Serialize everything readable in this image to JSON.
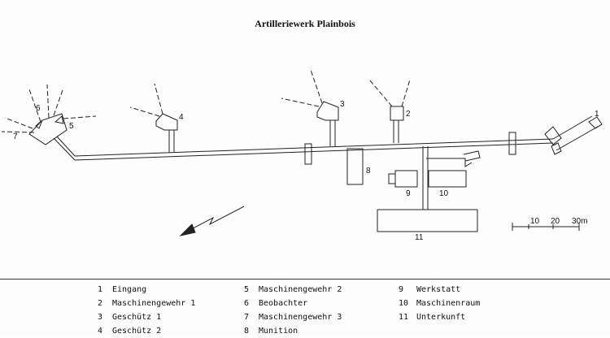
{
  "title": "Artilleriewerk Plainbois",
  "plan_labels": {
    "1": "1",
    "2": "2",
    "3": "3",
    "4": "4",
    "5": "5",
    "6": "6",
    "7": "7",
    "8": "8",
    "9": "9",
    "10": "10",
    "11": "11"
  },
  "scale": {
    "labels": [
      "10",
      "20",
      "30m"
    ]
  },
  "legend": [
    {
      "num": "1",
      "text": "Eingang"
    },
    {
      "num": "2",
      "text": "Maschinengewehr 1"
    },
    {
      "num": "3",
      "text": "Geschütz 1"
    },
    {
      "num": "4",
      "text": "Geschütz 2"
    },
    {
      "num": "5",
      "text": "Maschinengewehr 2"
    },
    {
      "num": "6",
      "text": "Beobachter"
    },
    {
      "num": "7",
      "text": "Maschinengewehr 3"
    },
    {
      "num": "8",
      "text": "Munition"
    },
    {
      "num": "9",
      "text": "Werkstatt"
    },
    {
      "num": "10",
      "text": "Maschinenraum"
    },
    {
      "num": "11",
      "text": "Unterkunft"
    }
  ]
}
